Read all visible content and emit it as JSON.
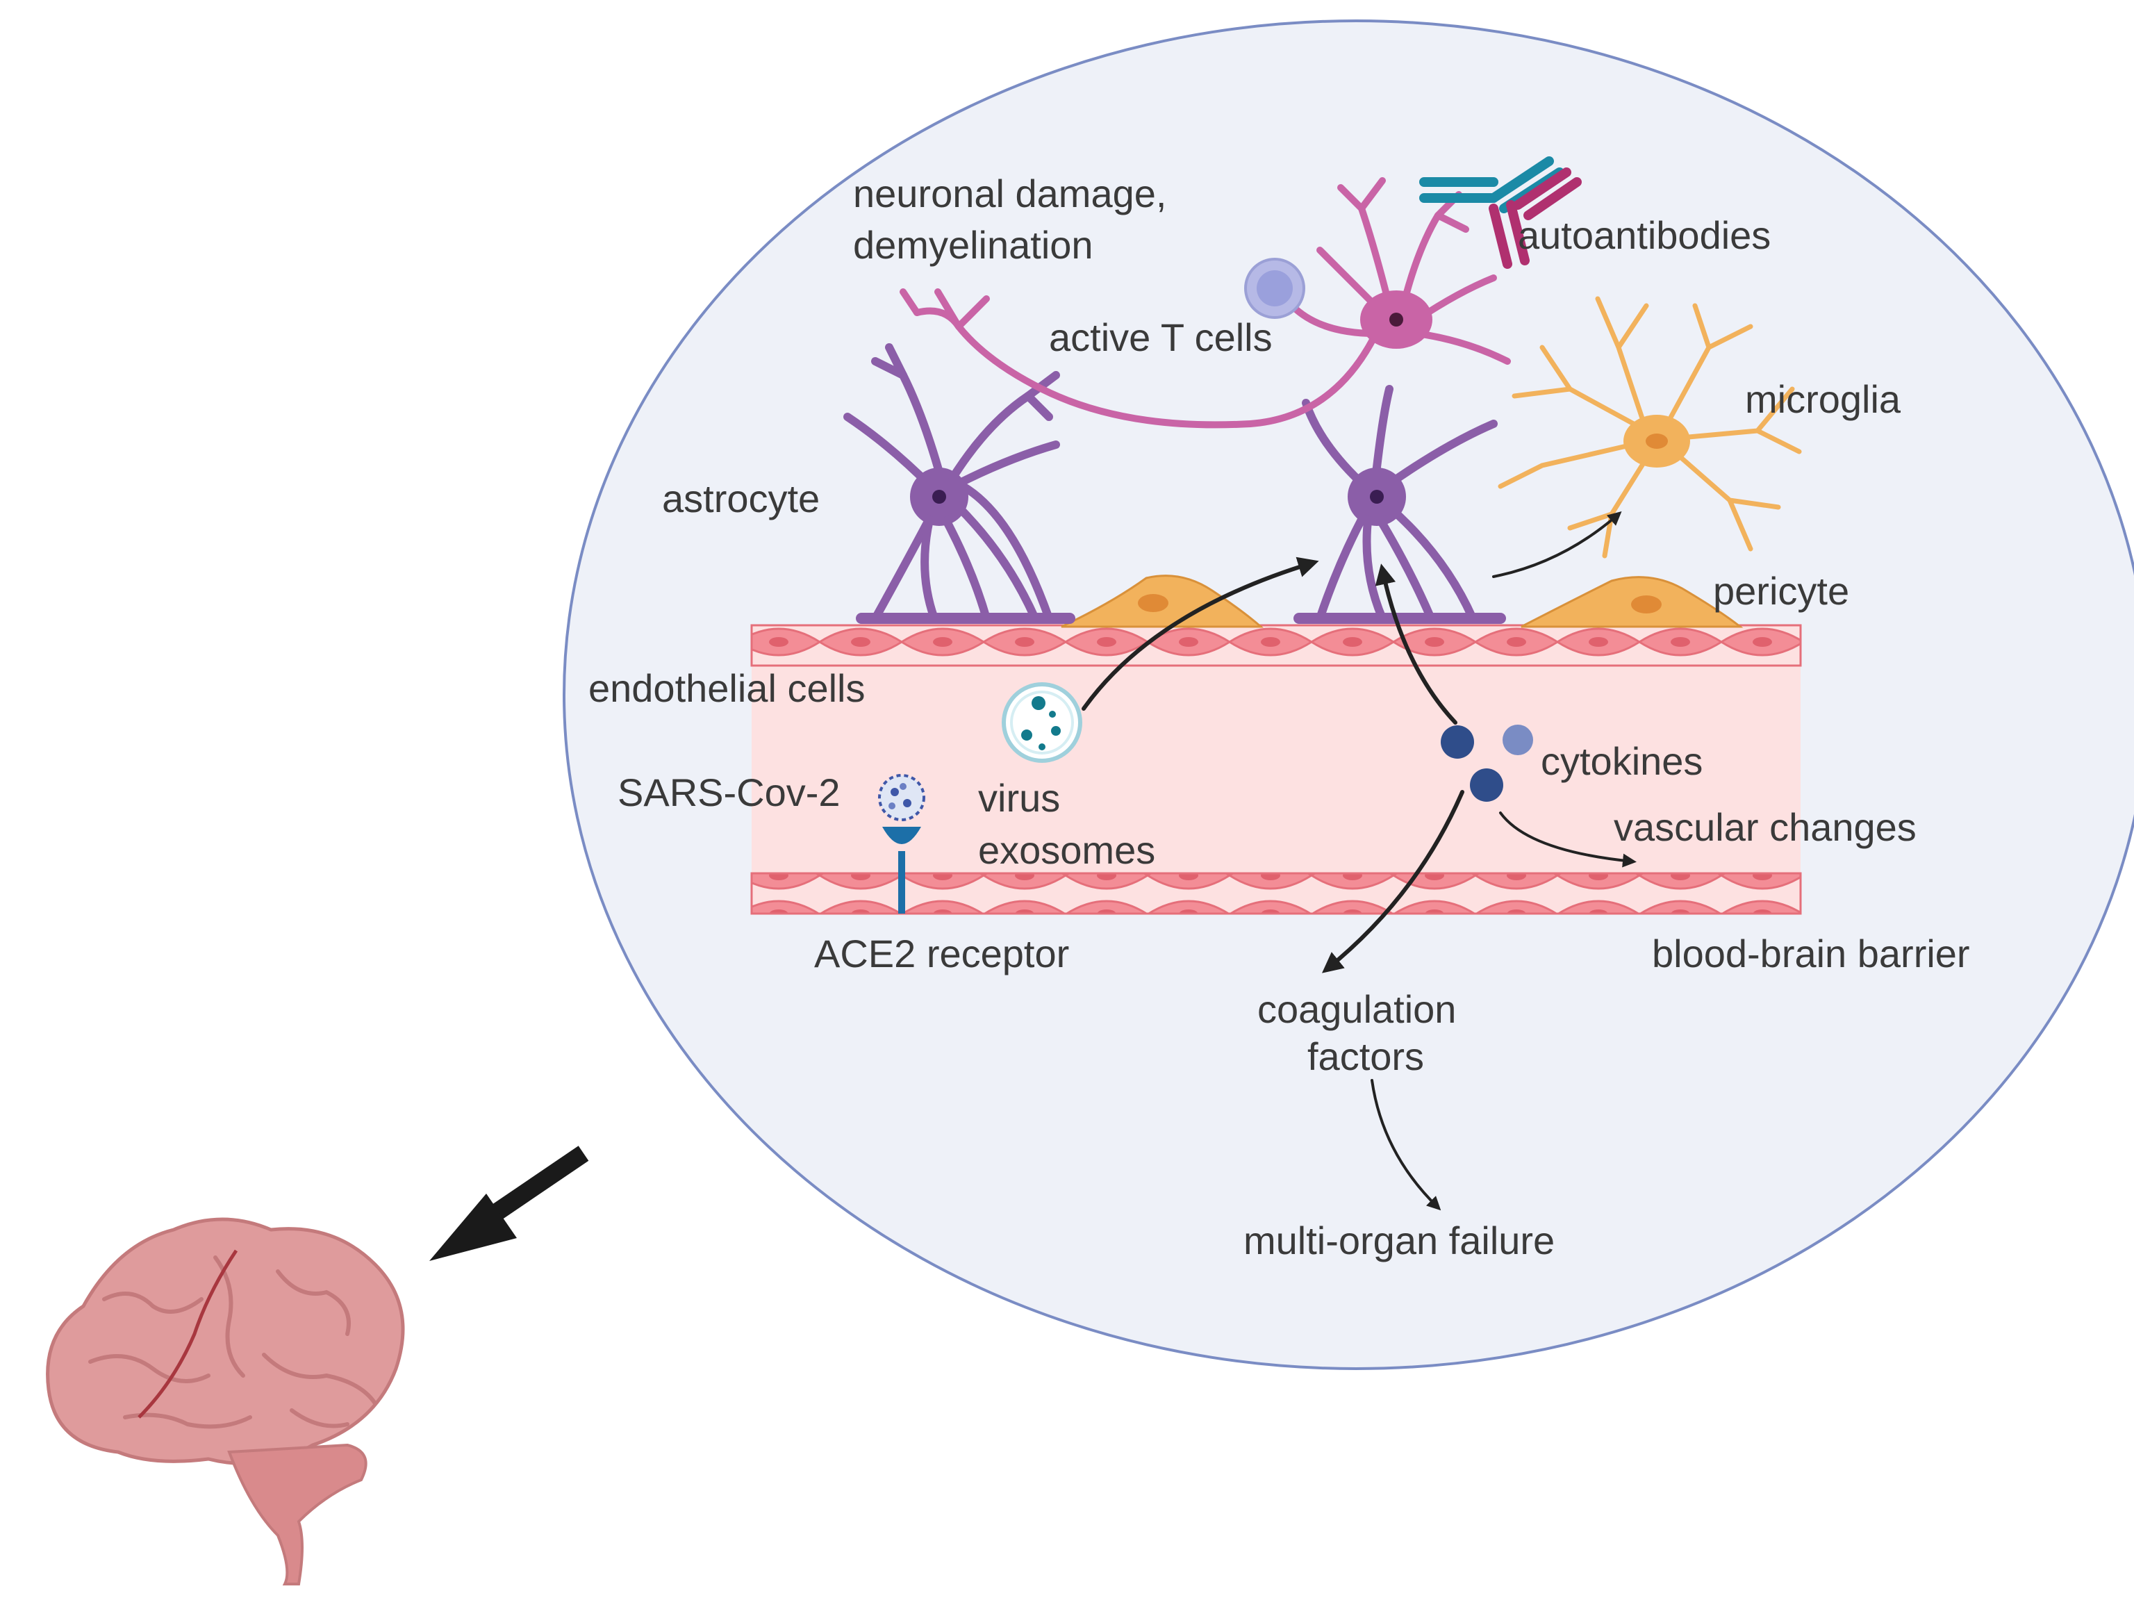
{
  "colors": {
    "bubble_fill": "#eef1f8",
    "bubble_stroke": "#7a8cc4",
    "vessel_wall": "#f6a7ad",
    "vessel_lumen": "#fde1e1",
    "astrocyte": "#8b5ea8",
    "neuron": "#c964a6",
    "microglia": "#f2b25c",
    "pericyte": "#f2b25c",
    "antibody_teal": "#1b8aa6",
    "antibody_magenta": "#b0306f",
    "cytokine": "#2f4d8a",
    "brain": "#df9b9c",
    "arrow": "#222222"
  },
  "icons": [
    "astrocyte-cell",
    "neuron-cell",
    "microglia-cell",
    "pericyte-cell",
    "t-cell",
    "antibody",
    "virus-particle",
    "exosome",
    "cytokine",
    "ace2-receptor",
    "brain",
    "arrow"
  ],
  "labels": {
    "neuronal_damage_1": "neuronal damage,",
    "neuronal_damage_2": "demyelination",
    "autoantibodies": "autoantibodies",
    "active_t_cells": "active T cells",
    "microglia": "microglia",
    "astrocyte": "astrocyte",
    "pericyte": "pericyte",
    "endothelial_cells": "endothelial cells",
    "cytokines": "cytokines",
    "sars_cov_2": "SARS-Cov-2",
    "virus": "virus",
    "exosomes": "exosomes",
    "vascular_changes": "vascular changes",
    "ace2_receptor": "ACE2 receptor",
    "blood_brain_barrier": "blood-brain barrier",
    "coagulation": "coagulation",
    "factors": "factors",
    "multi_organ_failure": "multi-organ failure"
  }
}
